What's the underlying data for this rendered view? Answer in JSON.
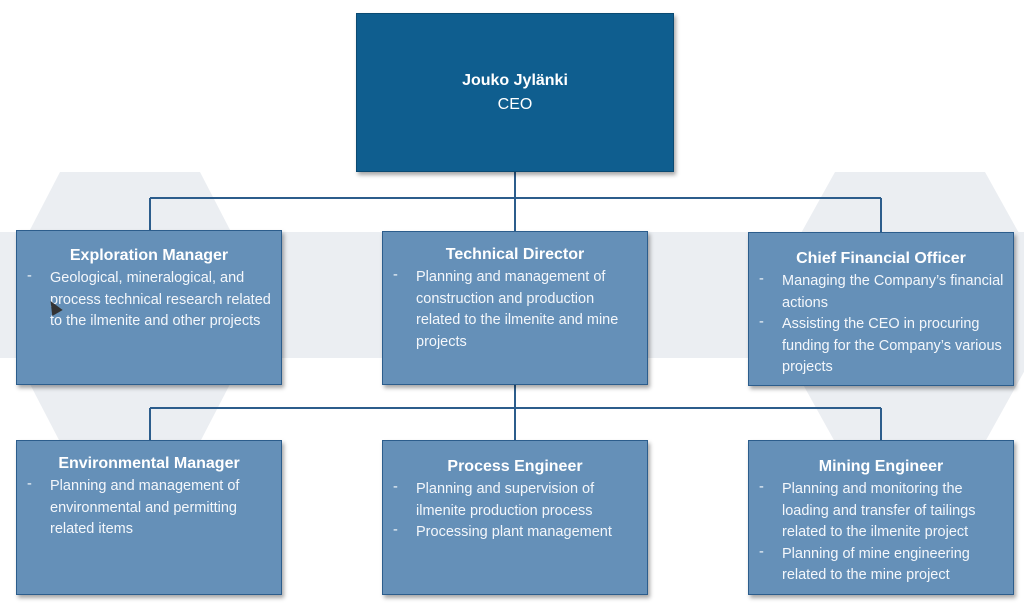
{
  "ceo": {
    "name": "Jouko Jylänki",
    "role": "CEO"
  },
  "row1": [
    {
      "title": "Exploration Manager",
      "items": [
        "Geological, mineralogical, and process technical research related to the ilmenite and other projects"
      ]
    },
    {
      "title": "Technical Director",
      "items": [
        "Planning and management of construction and production related to the ilmenite and mine projects"
      ]
    },
    {
      "title": "Chief Financial Officer",
      "items": [
        "Managing the Company’s financial actions",
        "Assisting the CEO in procuring funding for the Company’s various projects"
      ]
    }
  ],
  "row2": [
    {
      "title": "Environmental Manager",
      "items": [
        "Planning and management of environmental and permitting related items"
      ]
    },
    {
      "title": "Process Engineer",
      "items": [
        "Planning and supervision of ilmenite production process",
        "Processing plant management"
      ]
    },
    {
      "title": "Mining Engineer",
      "items": [
        "Planning and monitoring the loading and transfer of tailings related to the ilmenite project",
        "Planning of mine engineering related to the mine project"
      ]
    }
  ],
  "colors": {
    "ceo_fill": "#0f5e8f",
    "box_fill": "#6590b8",
    "connector": "#2c5d8c",
    "background_shape": "#ebeef2"
  }
}
